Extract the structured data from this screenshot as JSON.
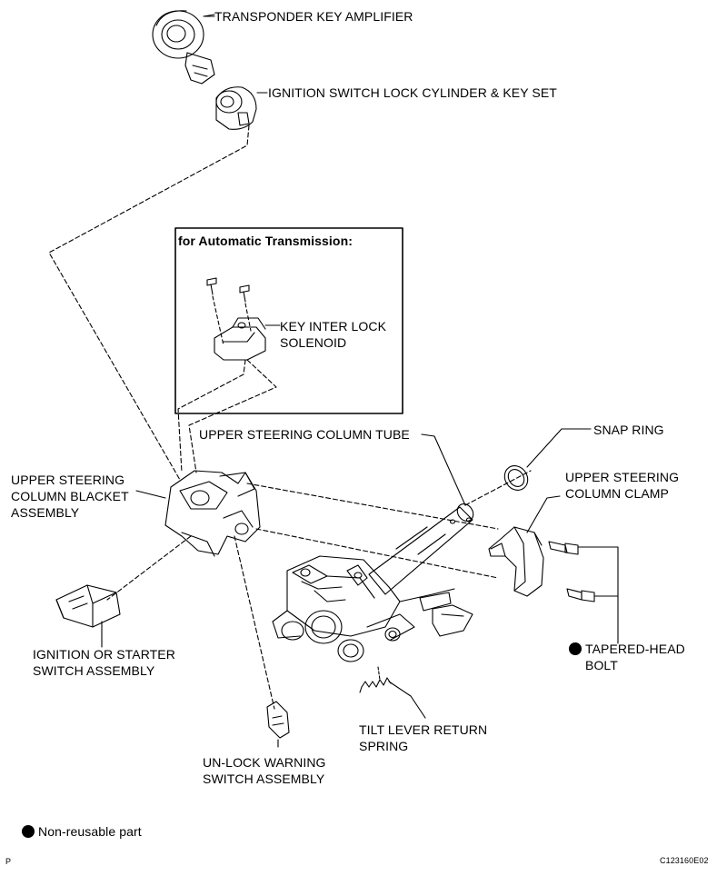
{
  "labels": {
    "transponder": "TRANSPONDER KEY AMPLIFIER",
    "lock_cylinder": "IGNITION SWITCH LOCK CYLINDER & KEY SET",
    "box_title": "for Automatic Transmission:",
    "key_interlock_1": "KEY INTER LOCK",
    "key_interlock_2": "SOLENOID",
    "upper_tube": "UPPER STEERING COLUMN TUBE",
    "snap_ring": "SNAP RING",
    "bracket_1": "UPPER STEERING",
    "bracket_2": "COLUMN BLACKET",
    "bracket_3": "ASSEMBLY",
    "clamp_1": "UPPER STEERING",
    "clamp_2": "COLUMN CLAMP",
    "bolt_1": "TAPERED-HEAD",
    "bolt_2": "BOLT",
    "ign_switch_1": "IGNITION OR STARTER",
    "ign_switch_2": "SWITCH ASSEMBLY",
    "tilt_spring_1": "TILT LEVER RETURN",
    "tilt_spring_2": "SPRING",
    "unlock_1": "UN-LOCK WARNING",
    "unlock_2": "SWITCH ASSEMBLY",
    "legend": "Non-reusable part",
    "corner_left": "P",
    "corner_right": "C123160E02"
  }
}
